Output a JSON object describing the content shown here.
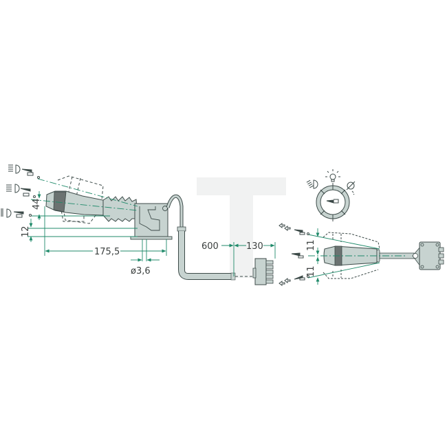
{
  "diagram": {
    "subject": "Steering column combination switch (horn / indicator / light)",
    "colors": {
      "outline": "#3c4a48",
      "body_fill": "#c7d3d0",
      "grip_fill": "#6b7271",
      "dimension_green": "#1f8a6a",
      "watermark": "#f1f2f2"
    },
    "watermark": {
      "letter": "T"
    },
    "dimensions": {
      "left_angle_offset": "44",
      "left_base_offset": "12",
      "length": "175,5",
      "hole_diameter": "ø3,6",
      "cable_length": "600",
      "connector_length": "130",
      "right_upper_offset": "11",
      "right_lower_offset": "11"
    },
    "symbols": {
      "left_positions": [
        "high-beam-horn",
        "low-beam-horn",
        "parking-light-horn"
      ],
      "right_positions": [
        "indicator-left-horn",
        "horn",
        "indicator-right-horn"
      ],
      "dial_icons": [
        "headlight-icon",
        "lamp-icon",
        "fog-light-icon"
      ],
      "dial_center": "horn-icon"
    }
  }
}
